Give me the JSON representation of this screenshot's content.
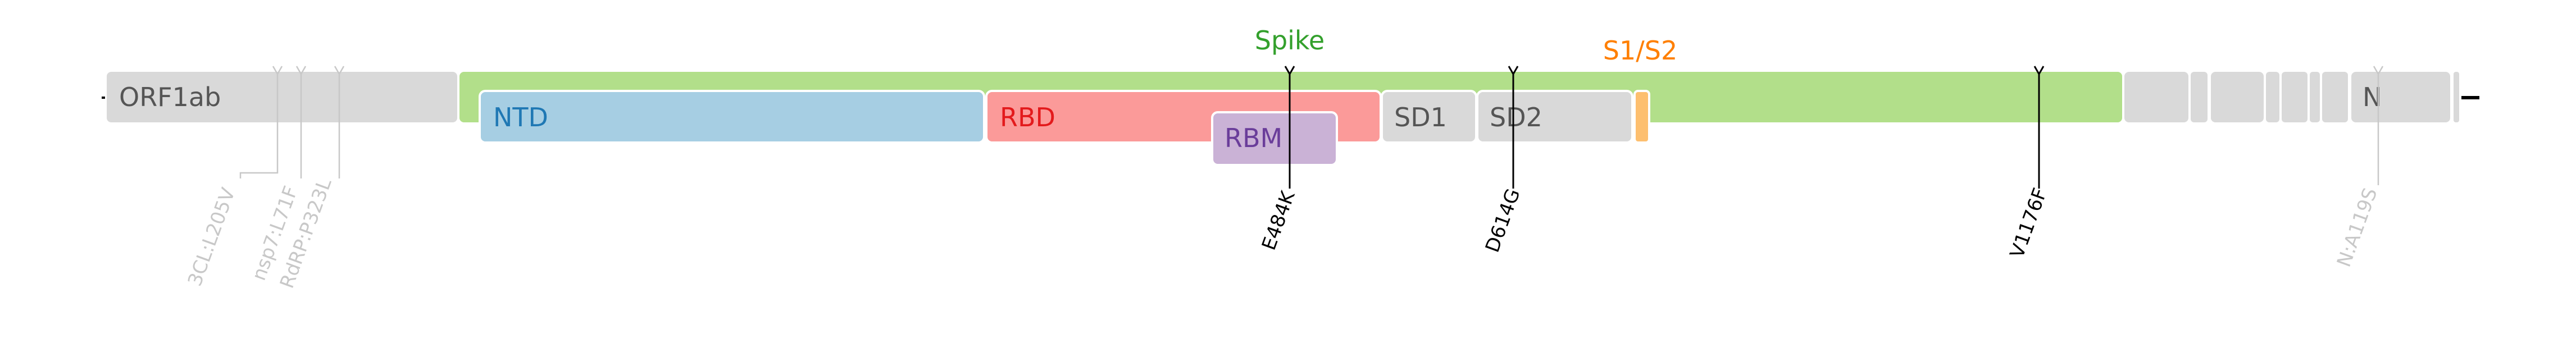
{
  "genome": {
    "start_label": "ORF1ab",
    "end_label": "N"
  },
  "spike": {
    "label": "Spike",
    "domains": [
      {
        "id": "ntd",
        "label": "NTD",
        "color": "#a6cee3",
        "text_color": "#1f78b4"
      },
      {
        "id": "rbd",
        "label": "RBD",
        "color": "#fb9a99",
        "text_color": "#e31a1c"
      },
      {
        "id": "rbm",
        "label": "RBM",
        "color": "#cab2d6",
        "text_color": "#6a3d9a"
      },
      {
        "id": "sd1",
        "label": "SD1",
        "color": "#d9d9d9",
        "text_color": "#555555"
      },
      {
        "id": "sd2",
        "label": "SD2",
        "color": "#d9d9d9",
        "text_color": "#555555"
      }
    ],
    "cleavage_label": "S1/S2"
  },
  "colors": {
    "spike": "#b2df8a",
    "spike_label": "#33a02c",
    "cleavage": "#ff7f00",
    "cleavage_mark": "#fdbf6f",
    "gene_block": "#d9d9d9",
    "gene_text": "#555555",
    "mutation_in_spike": "#000000",
    "mutation_other": "#c8c8c8"
  },
  "mutations": {
    "spike": [
      "E484K",
      "D614G",
      "V1176F"
    ],
    "other": [
      "3CL:L205V",
      "nsp7:L71F",
      "RdRP:P323L",
      "N:A119S"
    ]
  }
}
